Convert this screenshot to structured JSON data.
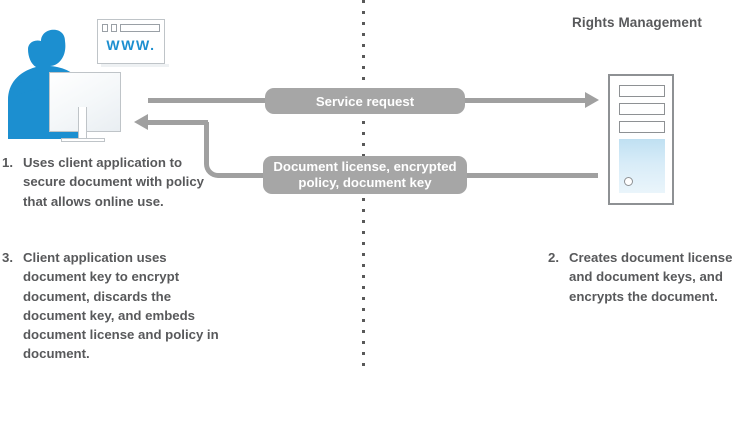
{
  "diagram": {
    "title_right": "Rights Management",
    "divider": {
      "style": "vertical-dotted",
      "color": "#595959"
    },
    "accent_blue": "#1c8fd0",
    "connector_gray": "#a0a0a0",
    "pill_gray": "#a6a6a6",
    "text_gray": "#58595b"
  },
  "client": {
    "browser": {
      "url_text": "WWW.",
      "icon": "browser-window-icon"
    },
    "person_icon": "user-silhouette-icon",
    "monitor_icon": "desktop-monitor-icon"
  },
  "server": {
    "icon": "server-tower-icon",
    "bays": 3,
    "led": "power-indicator"
  },
  "flows": [
    {
      "name": "service-request",
      "direction": "client-to-server",
      "label": "Service request"
    },
    {
      "name": "document-license-response",
      "direction": "server-to-client",
      "label_line1": "Document license, encrypted",
      "label_line2": "policy, document key"
    }
  ],
  "steps": [
    {
      "number": "1.",
      "text": "Uses client application to secure document with policy that allows online use."
    },
    {
      "number": "3.",
      "text": "Client application uses document key to encrypt document, discards the document key, and embeds document license and policy in document."
    },
    {
      "number": "2.",
      "text": "Creates document license and document keys, and encrypts the document."
    }
  ]
}
